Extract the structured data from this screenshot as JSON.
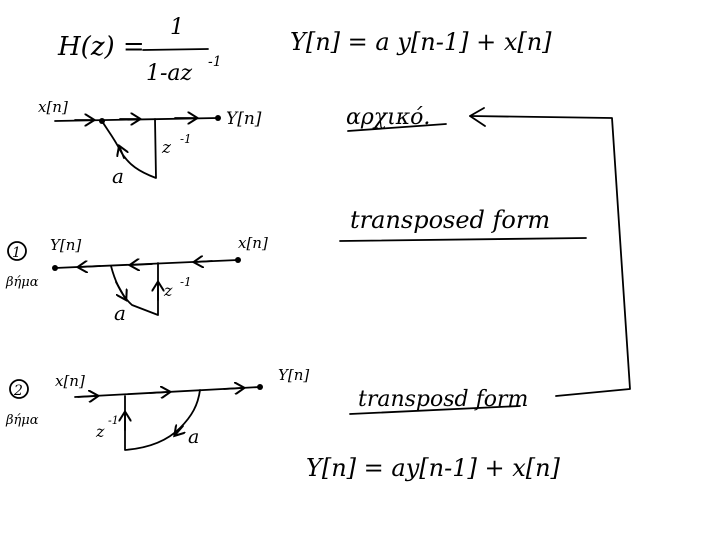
{
  "header": {
    "transfer_function": {
      "lhs": "H(z) =",
      "numerator": "1",
      "denominator": "1-az",
      "denominator_exponent": "-1"
    },
    "difference_equation": "Y[n] = a y[n-1] + x[n]"
  },
  "diagram_original": {
    "input_label": "x[n]",
    "output_label": "Y[n]",
    "delay_label": "z",
    "delay_exponent": "-1",
    "gain_label": "a"
  },
  "diagram_step1": {
    "step_number": "1",
    "step_word": "βήμα",
    "output_label": "Y[n]",
    "input_label": "x[n]",
    "delay_label": "z",
    "delay_exponent": "-1",
    "gain_label": "a"
  },
  "diagram_step2": {
    "step_number": "2",
    "step_word": "βήμα",
    "input_label": "x[n]",
    "output_label": "Y[n]",
    "delay_label": "z",
    "delay_exponent": "-1",
    "gain_label": "a"
  },
  "notes": {
    "original_label": "αρχικό.",
    "transposed_label_1": "transposed form",
    "transposed_label_2": "transposd form",
    "bottom_equation": "Y[n] = ay[n-1] + x[n]"
  },
  "colors": {
    "ink": "#000000",
    "background": "#ffffff"
  }
}
